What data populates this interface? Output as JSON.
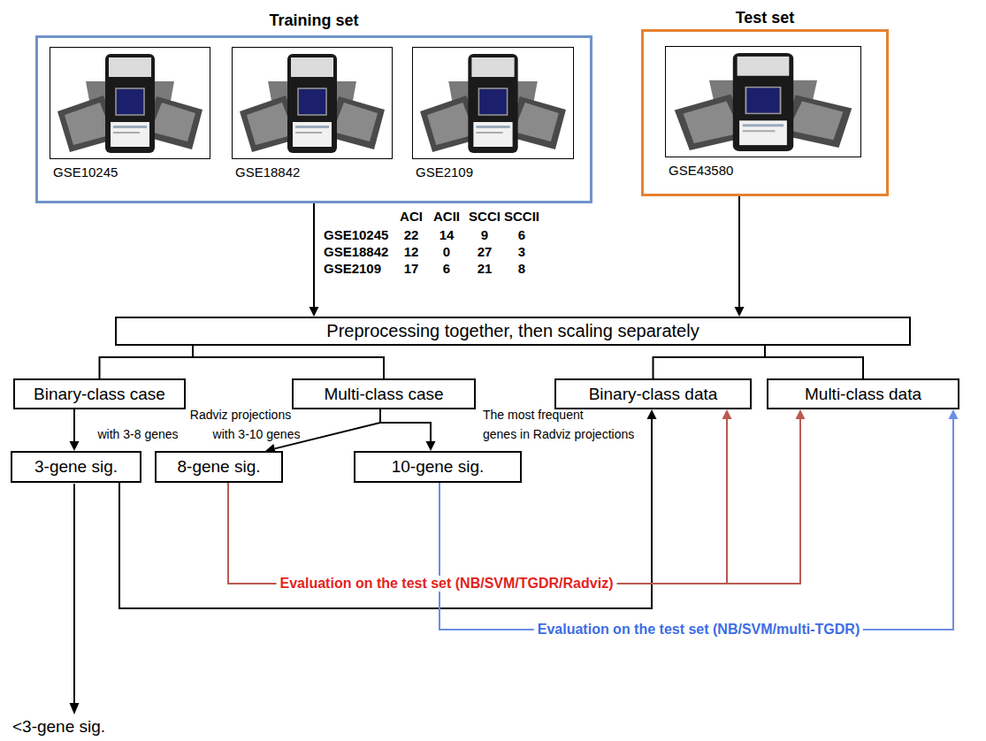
{
  "diagram": {
    "nodes": [
      {
        "text": [
          "Training set"
        ]
      },
      {
        "text": [
          "GSE10245"
        ],
        "in": 0
      },
      {
        "text": [
          "GSE18842"
        ],
        "in": 0
      },
      {
        "text": [
          "GSE2109"
        ],
        "in": 0
      },
      {
        "text": [
          "Test set"
        ]
      },
      {
        "text": [
          "GSE43580"
        ],
        "in": 4
      },
      {
        "text": [
          "Preprocessing together, then scaling separately"
        ]
      },
      {
        "text": [
          "Binary-class case"
        ]
      },
      {
        "text": [
          "Multi-class case"
        ]
      },
      {
        "text": [
          "Binary-class data"
        ]
      },
      {
        "text": [
          "Multi-class data"
        ]
      },
      {
        "text": [
          "3-gene sig."
        ]
      },
      {
        "text": [
          "8-gene sig."
        ]
      },
      {
        "text": [
          "10-gene sig."
        ]
      }
    ],
    "edges": [
      {
        "from": 0,
        "to": 6,
        "arrow": "to"
      },
      {
        "from": 4,
        "to": 6,
        "arrow": "to"
      },
      {
        "from": 6,
        "to": 7,
        "arrow": "none"
      },
      {
        "from": 6,
        "to": 8,
        "arrow": "none"
      },
      {
        "from": 6,
        "to": 9,
        "arrow": "none"
      },
      {
        "from": 6,
        "to": 10,
        "arrow": "none"
      },
      {
        "from": 7,
        "to": 11,
        "arrow": "to"
      },
      {
        "from": 8,
        "to": 12,
        "arrow": "to"
      },
      {
        "from": 8,
        "to": 13,
        "arrow": "to"
      },
      {
        "from": 11,
        "to": 9,
        "arrow": "to"
      },
      {
        "from": 12,
        "to": 9,
        "label": "Evaluation on the test set (NB/SVM/TGDR/Radviz)",
        "arrow": "to"
      },
      {
        "from": 12,
        "to": 10,
        "arrow": "to"
      },
      {
        "from": 13,
        "to": 10,
        "label": "Evaluation on the test set (NB/SVM/multi-TGDR)",
        "arrow": "to"
      }
    ],
    "labels": [
      "ACI",
      "ACII",
      "SCCI",
      "SCCII",
      "GSE10245",
      "22",
      "14",
      "9",
      "6",
      "GSE18842",
      "12",
      "0",
      "27",
      "3",
      "GSE2109",
      "17",
      "6",
      "21",
      "8",
      "Radviz projections",
      "with 3-8 genes",
      "with 3-10 genes",
      "The most frequent",
      "genes in Radviz projections",
      "<3-gene sig."
    ]
  }
}
